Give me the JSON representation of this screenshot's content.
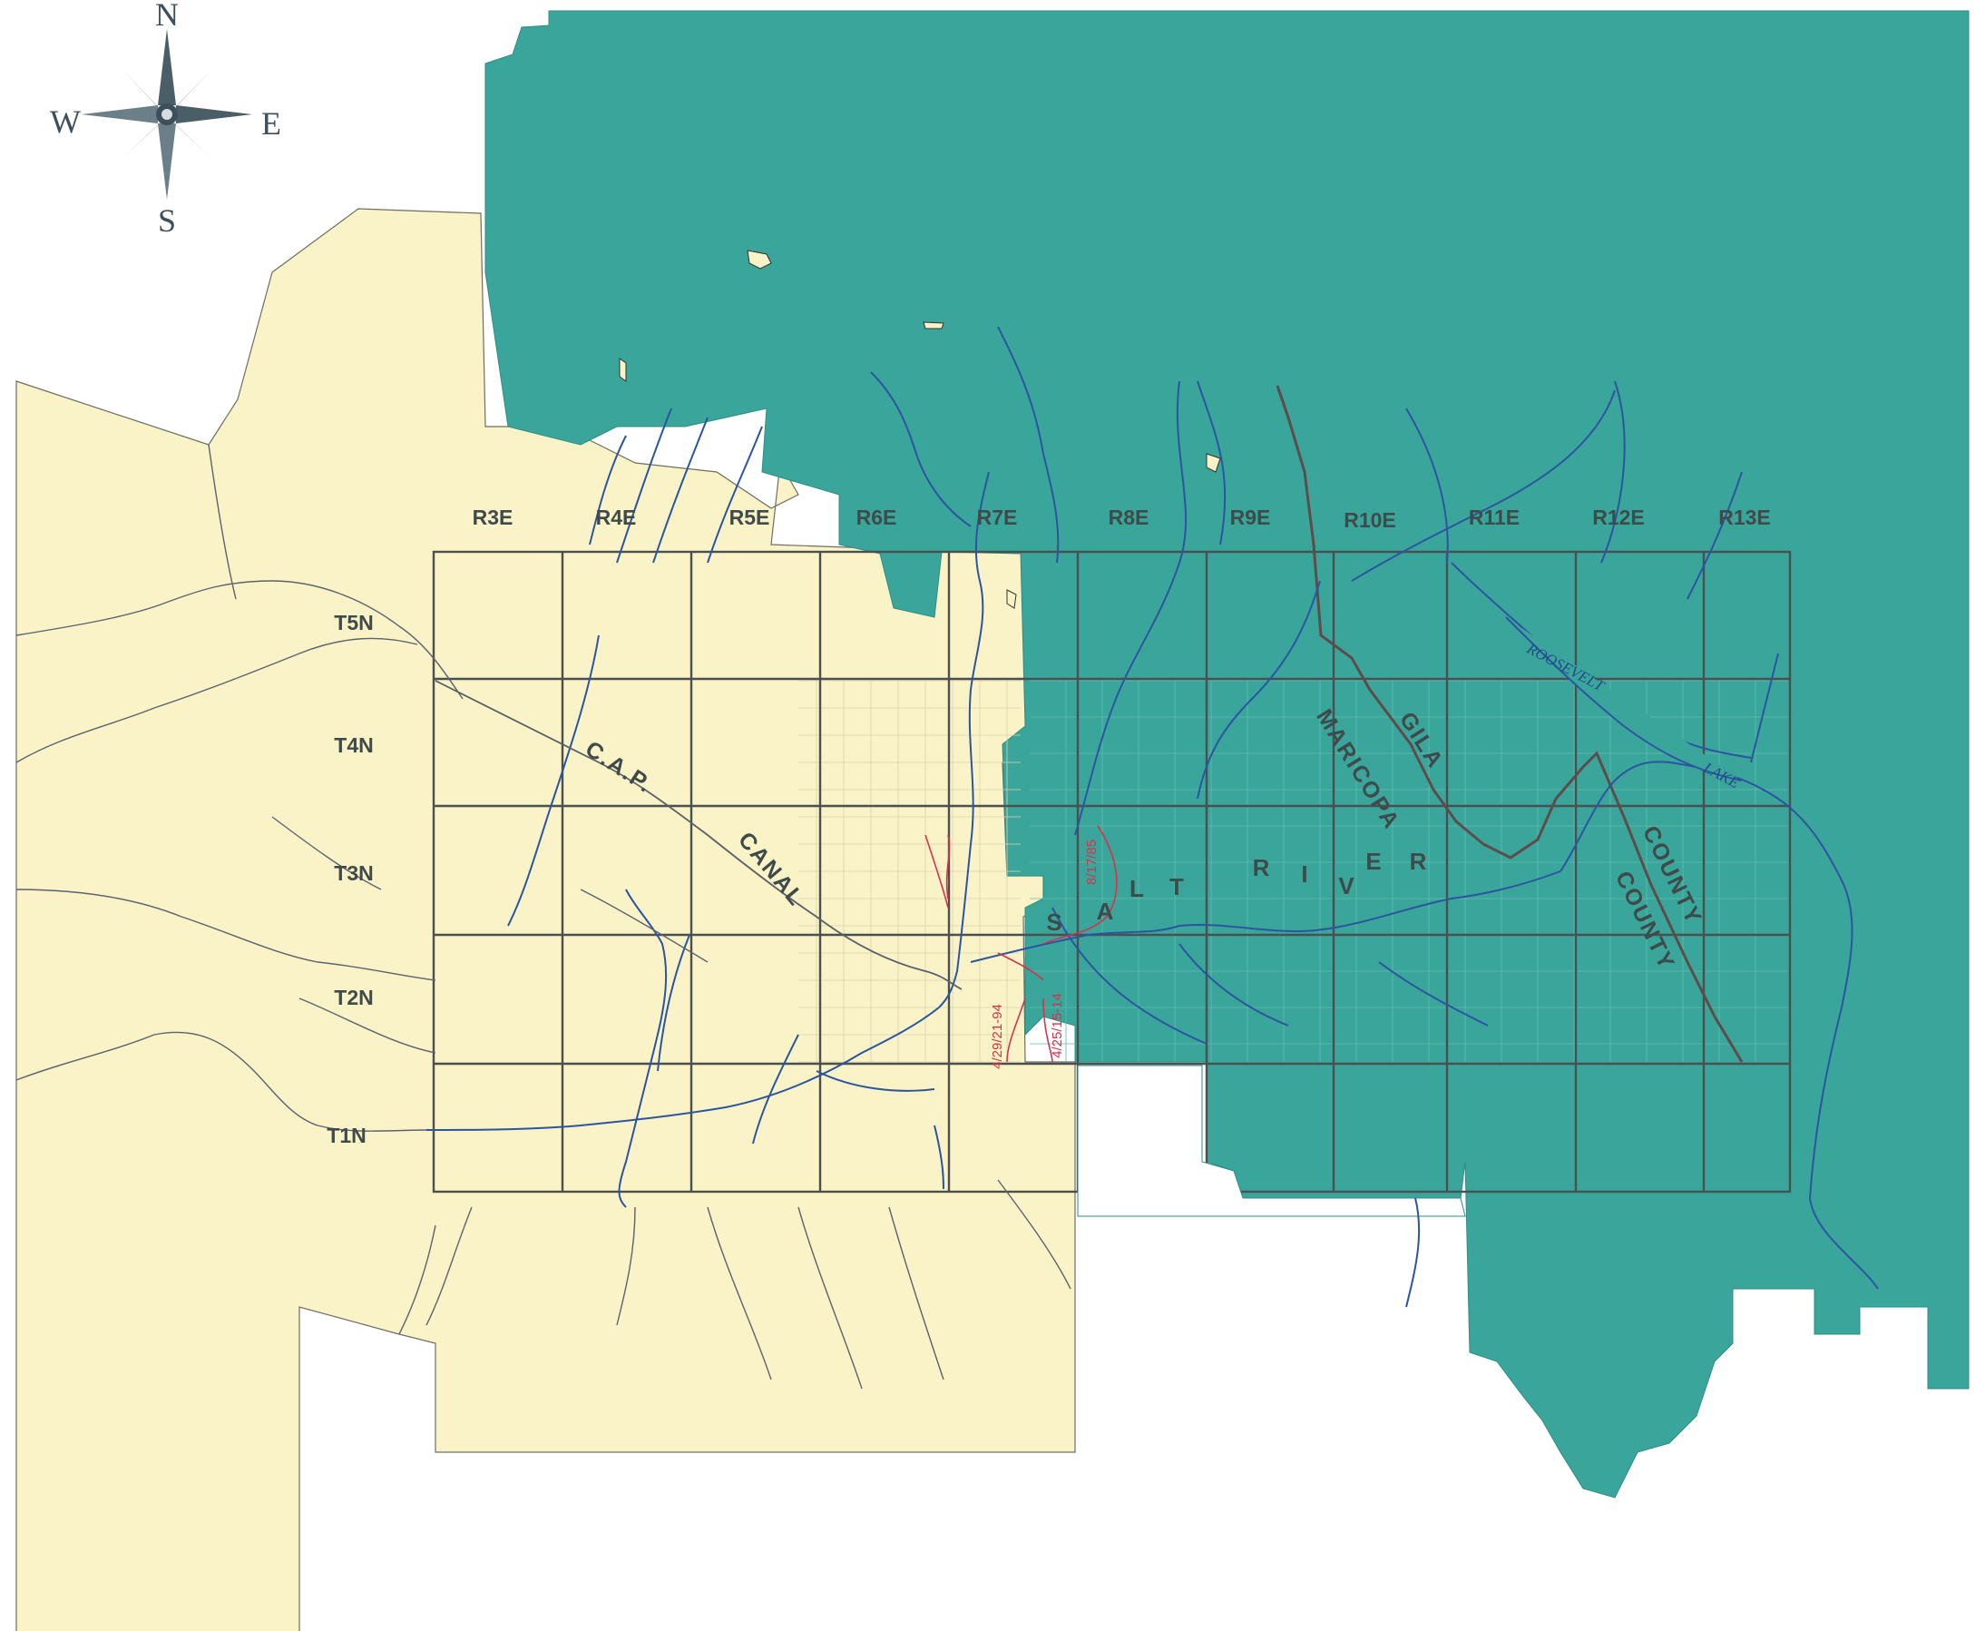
{
  "compass": {
    "north": "N",
    "south": "S",
    "east": "E",
    "west": "W"
  },
  "ranges": [
    "R3E",
    "R4E",
    "R5E",
    "R6E",
    "R7E",
    "R8E",
    "R9E",
    "R10E",
    "R11E",
    "R12E",
    "R13E"
  ],
  "townships": [
    "T5N",
    "T4N",
    "T3N",
    "T2N",
    "T1N"
  ],
  "labels": {
    "cap": "C.A.P.",
    "canal": "CANAL",
    "maricopa": "MARICOPA",
    "gila": "GILA",
    "county_1": "COUNTY",
    "county_2": "COUNTY",
    "roosevelt": "ROOSEVELT",
    "lake": "LAKE",
    "salt_river": [
      "S",
      "A",
      "L",
      "T",
      "R",
      "I",
      "V",
      "E",
      "R"
    ]
  },
  "annotations": [
    "8/17/85",
    "4/29/21-94",
    "4/25/15-14"
  ],
  "colors": {
    "land_cream": "#f9f3c7",
    "reservation_teal": "#3aa69b",
    "river_blue": "#2c55a0",
    "grid_line": "#4a4f4f",
    "annotation_red": "#d4334a"
  }
}
